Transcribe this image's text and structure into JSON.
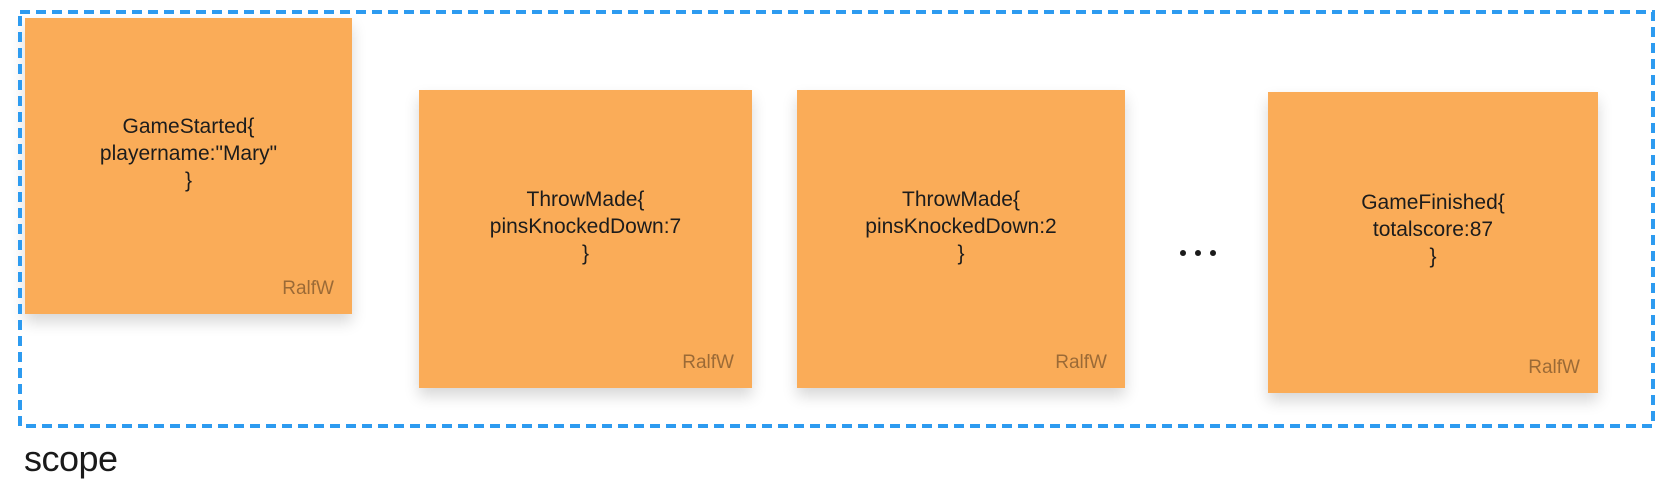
{
  "theme": {
    "canvas-bg": "#ffffff",
    "sticky-color": "#FAAC58",
    "sticky-text-color": "#1c1c1c",
    "author-color": "rgba(0,0,0,0.38)",
    "scope-border-color": "#2D9BF0",
    "scope-label-color": "#1a1a1a",
    "ellipsis-color": "#1a1a1a"
  },
  "scope": {
    "label": "scope"
  },
  "ellipsis": "...",
  "notes": [
    {
      "lines": [
        "GameStarted{",
        "playername:\"Mary\"",
        "}"
      ],
      "author": "RalfW"
    },
    {
      "lines": [
        "ThrowMade{",
        "pinsKnockedDown:7",
        "}"
      ],
      "author": "RalfW"
    },
    {
      "lines": [
        "ThrowMade{",
        "pinsKnockedDown:2",
        "}"
      ],
      "author": "RalfW"
    },
    {
      "lines": [
        "GameFinished{",
        "totalscore:87",
        "}"
      ],
      "author": "RalfW"
    }
  ]
}
